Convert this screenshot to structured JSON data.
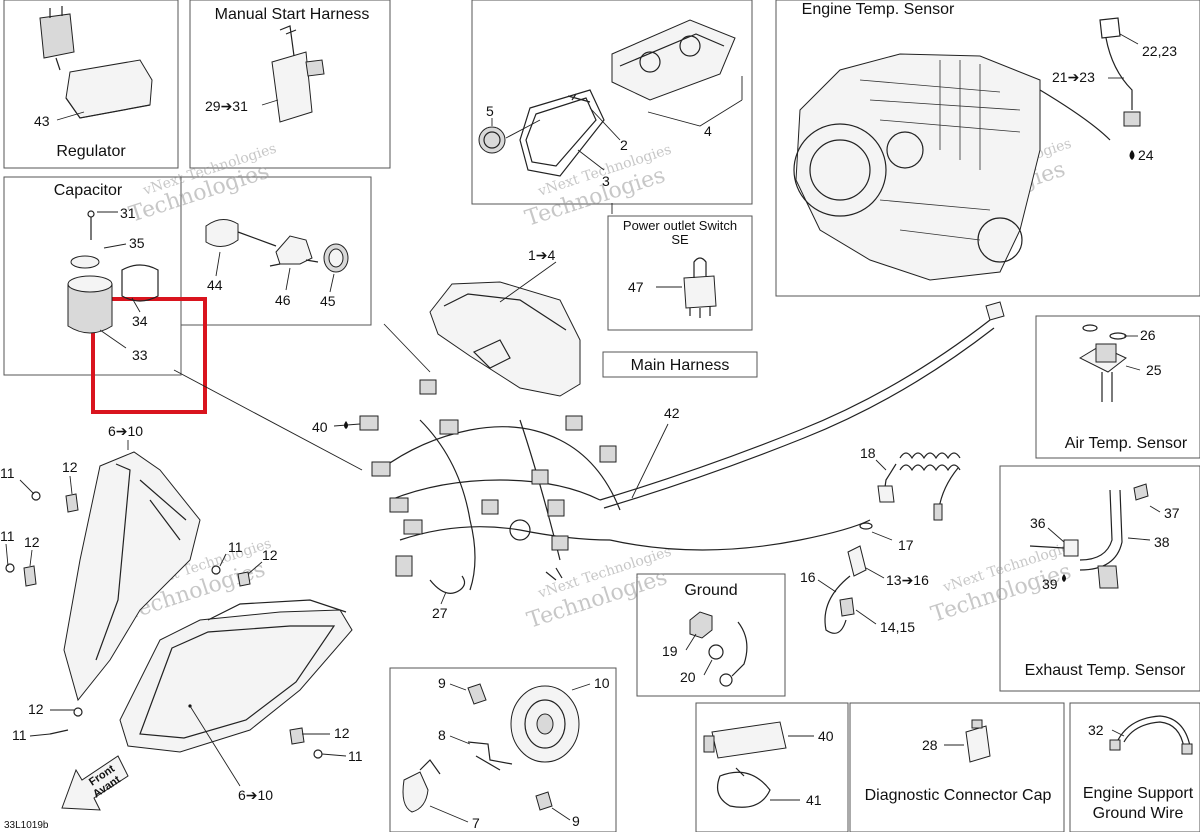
{
  "boxes": {
    "regulator": "Regulator",
    "manual_start_harness": "Manual Start Harness",
    "engine_temp_sensor": "Engine Temp. Sensor",
    "capacitor": "Capacitor",
    "power_outlet_switch_line1": "Power outlet Switch",
    "power_outlet_switch_line2": "SE",
    "main_harness": "Main Harness",
    "air_temp_sensor": "Air Temp. Sensor",
    "ground": "Ground",
    "exhaust_temp_sensor": "Exhaust Temp. Sensor",
    "diagnostic_connector_cap": "Diagnostic Connector Cap",
    "engine_support_ground_wire_line1": "Engine Support",
    "engine_support_ground_wire_line2": "Ground Wire"
  },
  "callouts": {
    "c43": "43",
    "c29_31": "29➔31",
    "c22_23": "22,23",
    "c21_23": "21➔23",
    "c24": "24",
    "c5": "5",
    "c2": "2",
    "c3": "3",
    "c4": "4",
    "c1_4": "1➔4",
    "c31": "31",
    "c35": "35",
    "c34": "34",
    "c33": "33",
    "c44": "44",
    "c46": "46",
    "c45": "45",
    "c47": "47",
    "c26": "26",
    "c25": "25",
    "c42": "42",
    "c40a": "40",
    "c6_10a": "6➔10",
    "c11a": "11",
    "c12a": "12",
    "c11b": "11",
    "c12b": "12",
    "c11c": "11",
    "c12c": "12",
    "c27": "27",
    "c18": "18",
    "c17": "17",
    "c16": "16",
    "c13_16": "13➔16",
    "c14_15": "14,15",
    "c36": "36",
    "c37": "37",
    "c38": "38",
    "c39": "39",
    "c19": "19",
    "c20": "20",
    "c9a": "9",
    "c10": "10",
    "c8": "8",
    "c7": "7",
    "c9b": "9",
    "c12d": "12",
    "c11d": "11",
    "c12e": "12",
    "c11e": "11",
    "c6_10b": "6➔10",
    "c40b": "40",
    "c41": "41",
    "c28": "28",
    "c32": "32"
  },
  "front_label_line1": "Front",
  "front_label_line2": "Avant",
  "drawing_code": "33L1019b",
  "watermark_line1": "vNext Technologies",
  "watermark_line2": "Technologies",
  "highlight_color": "#d9141e"
}
